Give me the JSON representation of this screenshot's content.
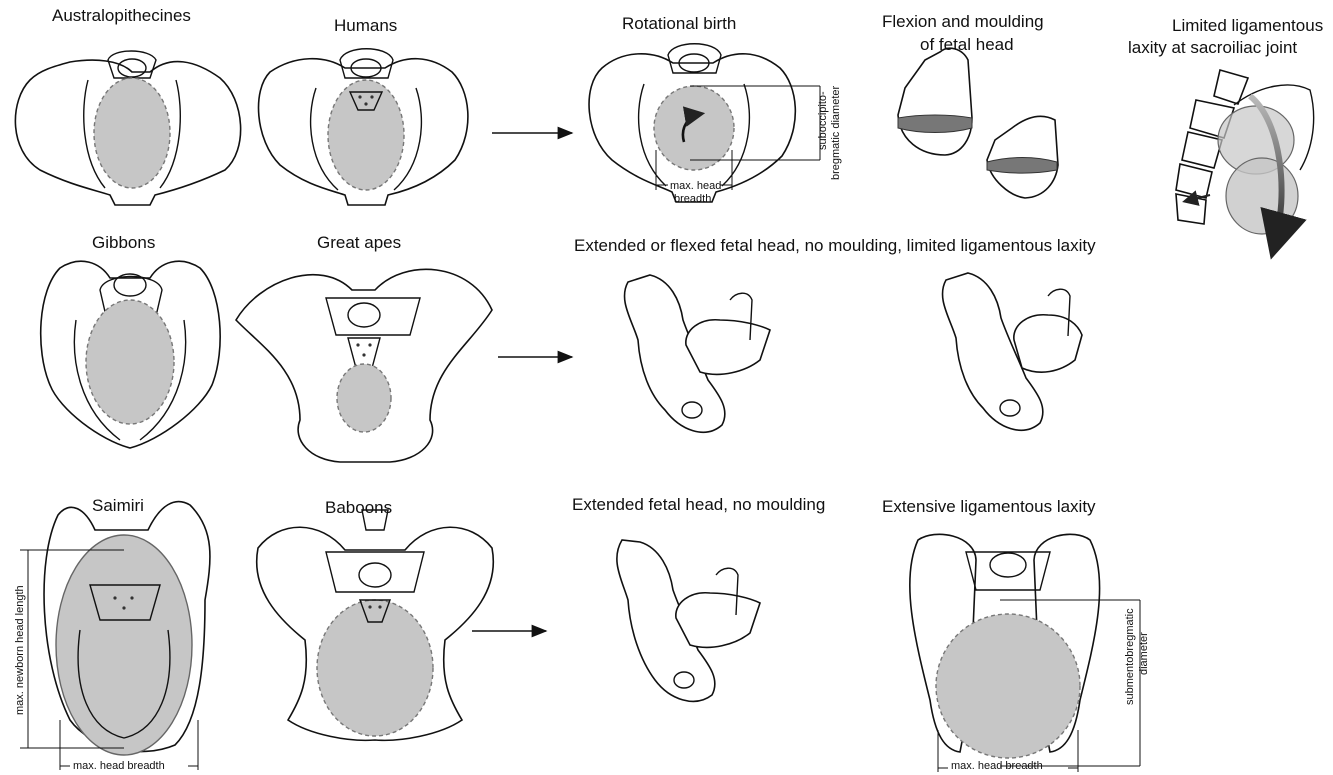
{
  "labels": {
    "australopithecines": "Australopithecines",
    "humans": "Humans",
    "rotational_birth": "Rotational birth",
    "flexion_line1": "Flexion and moulding",
    "flexion_line2": "of fetal head",
    "laxity_line1": "Limited ligamentous",
    "laxity_line2": "laxity at sacroiliac joint",
    "gibbons": "Gibbons",
    "great_apes": "Great apes",
    "extended_or_flexed": "Extended or flexed fetal head, no moulding, limited ligamentous laxity",
    "saimiri": "Saimiri",
    "baboons": "Baboons",
    "extended_no_moulding": "Extended fetal head, no moulding",
    "extensive_laxity": "Extensive ligamentous laxity"
  },
  "measurements": {
    "max_head_breadth_line1": "max. head",
    "max_head_breadth_line2": "breadth",
    "suboccipito_line1": "suboccipito-",
    "suboccipito_line2": "bregmatic diameter",
    "max_newborn_head_length": "max. newborn head length",
    "max_head_breadth": "max. head breadth",
    "saimiri_head_breadth": "max. head breadth",
    "submento_line1": "submentobregmatic",
    "submento_line2": "diameter"
  },
  "colors": {
    "fetal_head_fill": "#c6c6c6",
    "outline": "#111111",
    "dashed_outline": "#777777"
  }
}
